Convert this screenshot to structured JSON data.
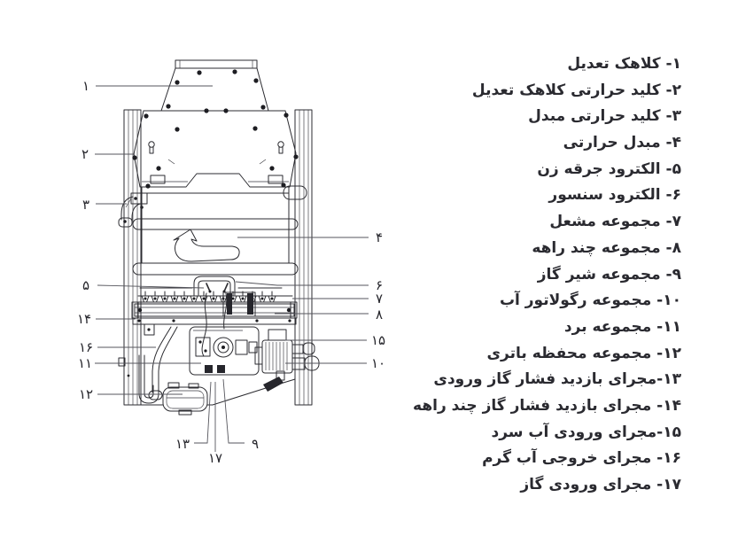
{
  "colors": {
    "line": "#2b2b30",
    "text": "#2a2a30",
    "background": "#ffffff"
  },
  "parts_list": {
    "items": [
      {
        "num": "۱",
        "label": "کلاهک تعدیل",
        "text": "۱- کلاهک تعدیل"
      },
      {
        "num": "۲",
        "label": "کلید حرارتی کلاهک تعدیل",
        "text": "۲- کلید حرارتی کلاهک تعدیل"
      },
      {
        "num": "۳",
        "label": "کلید حرارتی مبدل",
        "text": "۳- کلید حرارتی مبدل"
      },
      {
        "num": "۴",
        "label": "مبدل حرارتی",
        "text": "۴- مبدل حرارتی"
      },
      {
        "num": "۵",
        "label": "الکترود جرقه زن",
        "text": "۵- الکترود جرقه زن"
      },
      {
        "num": "۶",
        "label": "الکترود سنسور",
        "text": "۶- الکترود سنسور"
      },
      {
        "num": "۷",
        "label": "مجموعه مشعل",
        "text": "۷- مجموعه مشعل"
      },
      {
        "num": "۸",
        "label": "مجموعه چند راهه",
        "text": "۸- مجموعه چند راهه"
      },
      {
        "num": "۹",
        "label": "مجموعه شیر گاز",
        "text": "۹- مجموعه شیر گاز"
      },
      {
        "num": "۱۰",
        "label": "مجموعه رگولاتور آب",
        "text": "۱۰- مجموعه رگولاتور آب"
      },
      {
        "num": "۱۱",
        "label": "مجموعه برد",
        "text": "۱۱- مجموعه برد"
      },
      {
        "num": "۱۲",
        "label": "مجموعه محفظه باتری",
        "text": "۱۲- مجموعه محفظه باتری"
      },
      {
        "num": "۱۳",
        "label": "مجرای بازدید فشار گاز ورودی",
        "text": "۱۳-مجرای بازدید فشار گاز ورودی"
      },
      {
        "num": "۱۴",
        "label": "مجرای بازدید فشار گاز چند راهه",
        "text": "۱۴- مجرای بازدید فشار گاز چند راهه"
      },
      {
        "num": "۱۵",
        "label": "مجرای ورودی آب سرد",
        "text": "۱۵-مجرای ورودی آب سرد"
      },
      {
        "num": "۱۶",
        "label": "مجرای خروجی آب گرم",
        "text": "۱۶- مجرای خروجی آب گرم"
      },
      {
        "num": "۱۷",
        "label": "مجرای ورودی گاز",
        "text": "۱۷- مجرای ورودی گاز"
      }
    ]
  },
  "diagram": {
    "callout_numbers": [
      "۱",
      "۲",
      "۳",
      "۴",
      "۵",
      "۶",
      "۷",
      "۸",
      "۹",
      "۱۰",
      "۱۱",
      "۱۲",
      "۱۳",
      "۱۴",
      "۱۵",
      "۱۶",
      "۱۷"
    ]
  }
}
